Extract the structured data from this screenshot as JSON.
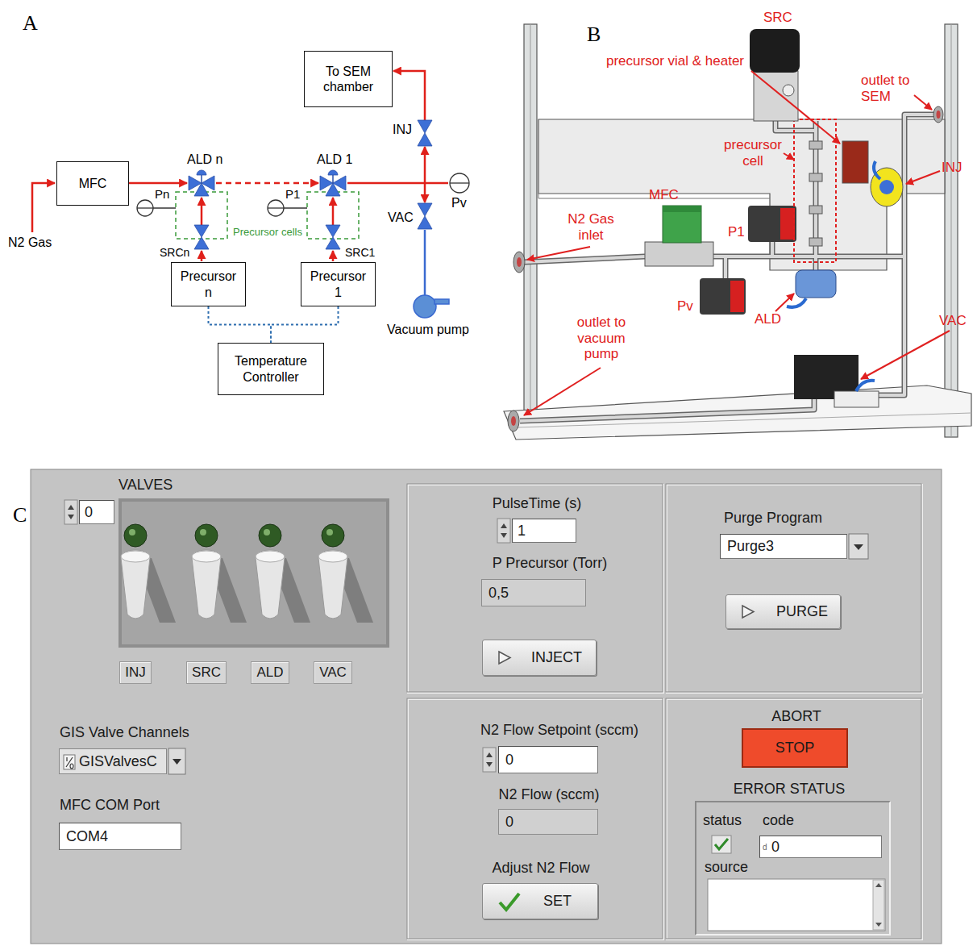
{
  "diagram": {
    "nodes": [
      {
        "text": [
          "To SEM chamber"
        ]
      },
      {
        "text": [
          "MFC"
        ]
      },
      {
        "text": [
          "Precursor n"
        ]
      },
      {
        "text": [
          "Precursor 1"
        ]
      },
      {
        "text": [
          "Temperature Controller"
        ]
      },
      {
        "text": [
          "0"
        ]
      },
      {
        "text": [
          "VALVES"
        ]
      },
      {
        "text": [
          "INJ"
        ]
      },
      {
        "text": [
          "SRC"
        ]
      },
      {
        "text": [
          "ALD"
        ]
      },
      {
        "text": [
          "VAC"
        ]
      },
      {
        "text": [
          "GIS Valve Channels",
          "GISValvesC"
        ]
      },
      {
        "text": [
          "MFC COM Port",
          "COM4"
        ]
      },
      {
        "text": [
          "PulseTime (s)",
          "1"
        ]
      },
      {
        "text": [
          "P Precursor (Torr)",
          "0,5"
        ]
      },
      {
        "text": [
          "INJECT"
        ]
      },
      {
        "text": [
          "Purge Program",
          "Purge3"
        ]
      },
      {
        "text": [
          "PURGE"
        ]
      },
      {
        "text": [
          "N2 Flow Setpoint (sccm)",
          "0"
        ]
      },
      {
        "text": [
          "N2 Flow (sccm)",
          "0"
        ]
      },
      {
        "text": [
          "Adjust N2 Flow",
          "SET"
        ]
      },
      {
        "text": [
          "ABORT",
          "STOP"
        ]
      },
      {
        "text": [
          "ERROR STATUS",
          "status",
          "code",
          "source"
        ]
      },
      {
        "text": [
          "d",
          "0"
        ],
        "in": 22
      }
    ],
    "edges": [
      {
        "from": 2,
        "to": 4,
        "arrow": "none"
      },
      {
        "from": 3,
        "to": 4,
        "arrow": "none"
      }
    ],
    "labels": [
      "A",
      "N2 Gas",
      "ALD n",
      "ALD 1",
      "INJ",
      "VAC",
      "Pv",
      "Pn",
      "P1",
      "Precursor cells",
      "SRCn",
      "SRC1",
      "Vacuum pump",
      "B",
      "SRC",
      "precursor vial & heater",
      "outlet to SEM",
      "precursor cell",
      "MFC",
      "INJ",
      "P1",
      "N2 Gas inlet",
      "Pv",
      "ALD",
      "outlet to vacuum pump",
      "VAC",
      "C"
    ]
  }
}
